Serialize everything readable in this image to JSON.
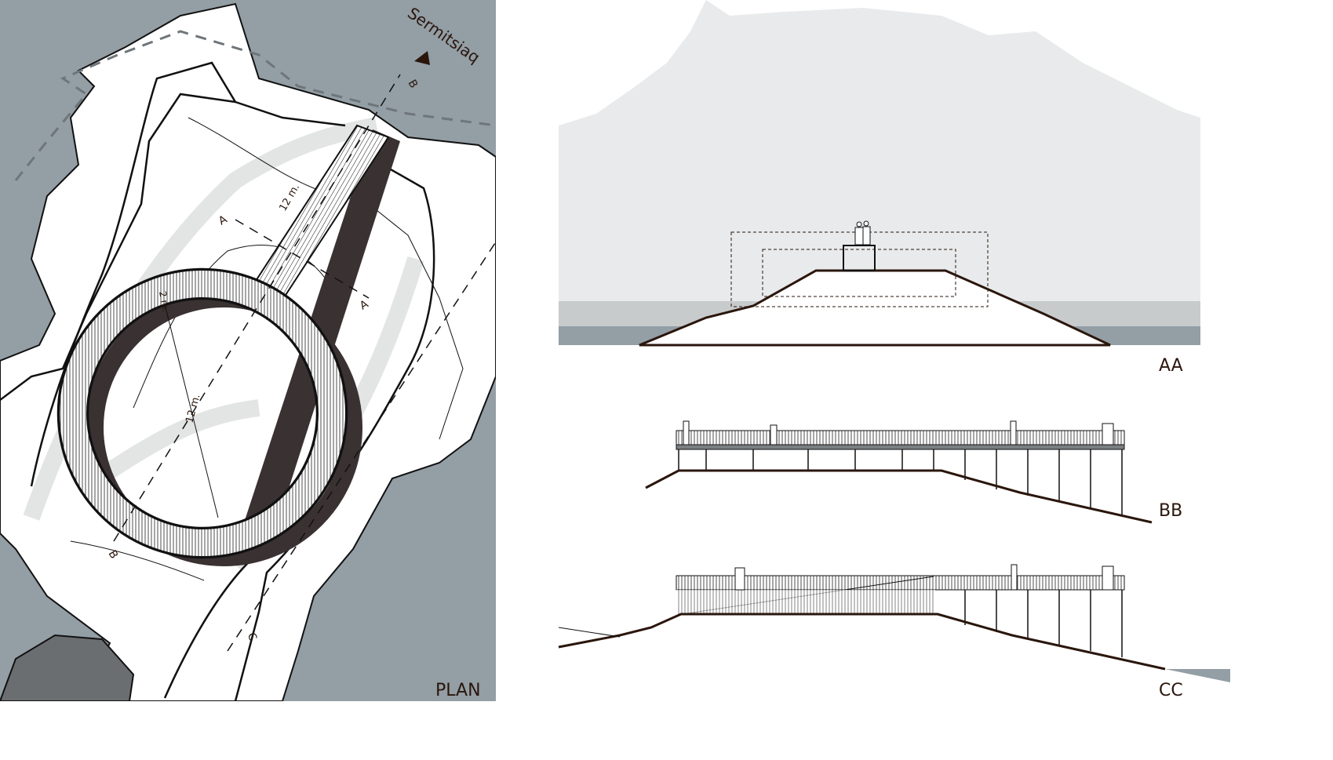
{
  "plan": {
    "title": "PLAN",
    "mountain_label": "Sermitsiaq",
    "walkway_dimension": "12 m.",
    "ring_width_dimension": "2 m.",
    "ring_diameter_dimension": "12 m.",
    "section_marks": {
      "a1": "A",
      "a2": "A",
      "b1": "B",
      "b2": "B",
      "c1": "C",
      "c2": "C"
    }
  },
  "sections": {
    "aa": "AA",
    "bb": "BB",
    "cc": "CC"
  },
  "colors": {
    "sea": "#939ea5",
    "land": "#ffffff",
    "contour_shade": "#e3e5e5",
    "deck_shadow": "#3a3132",
    "sky": "#e8eaeb",
    "ink": "#2a160c"
  }
}
